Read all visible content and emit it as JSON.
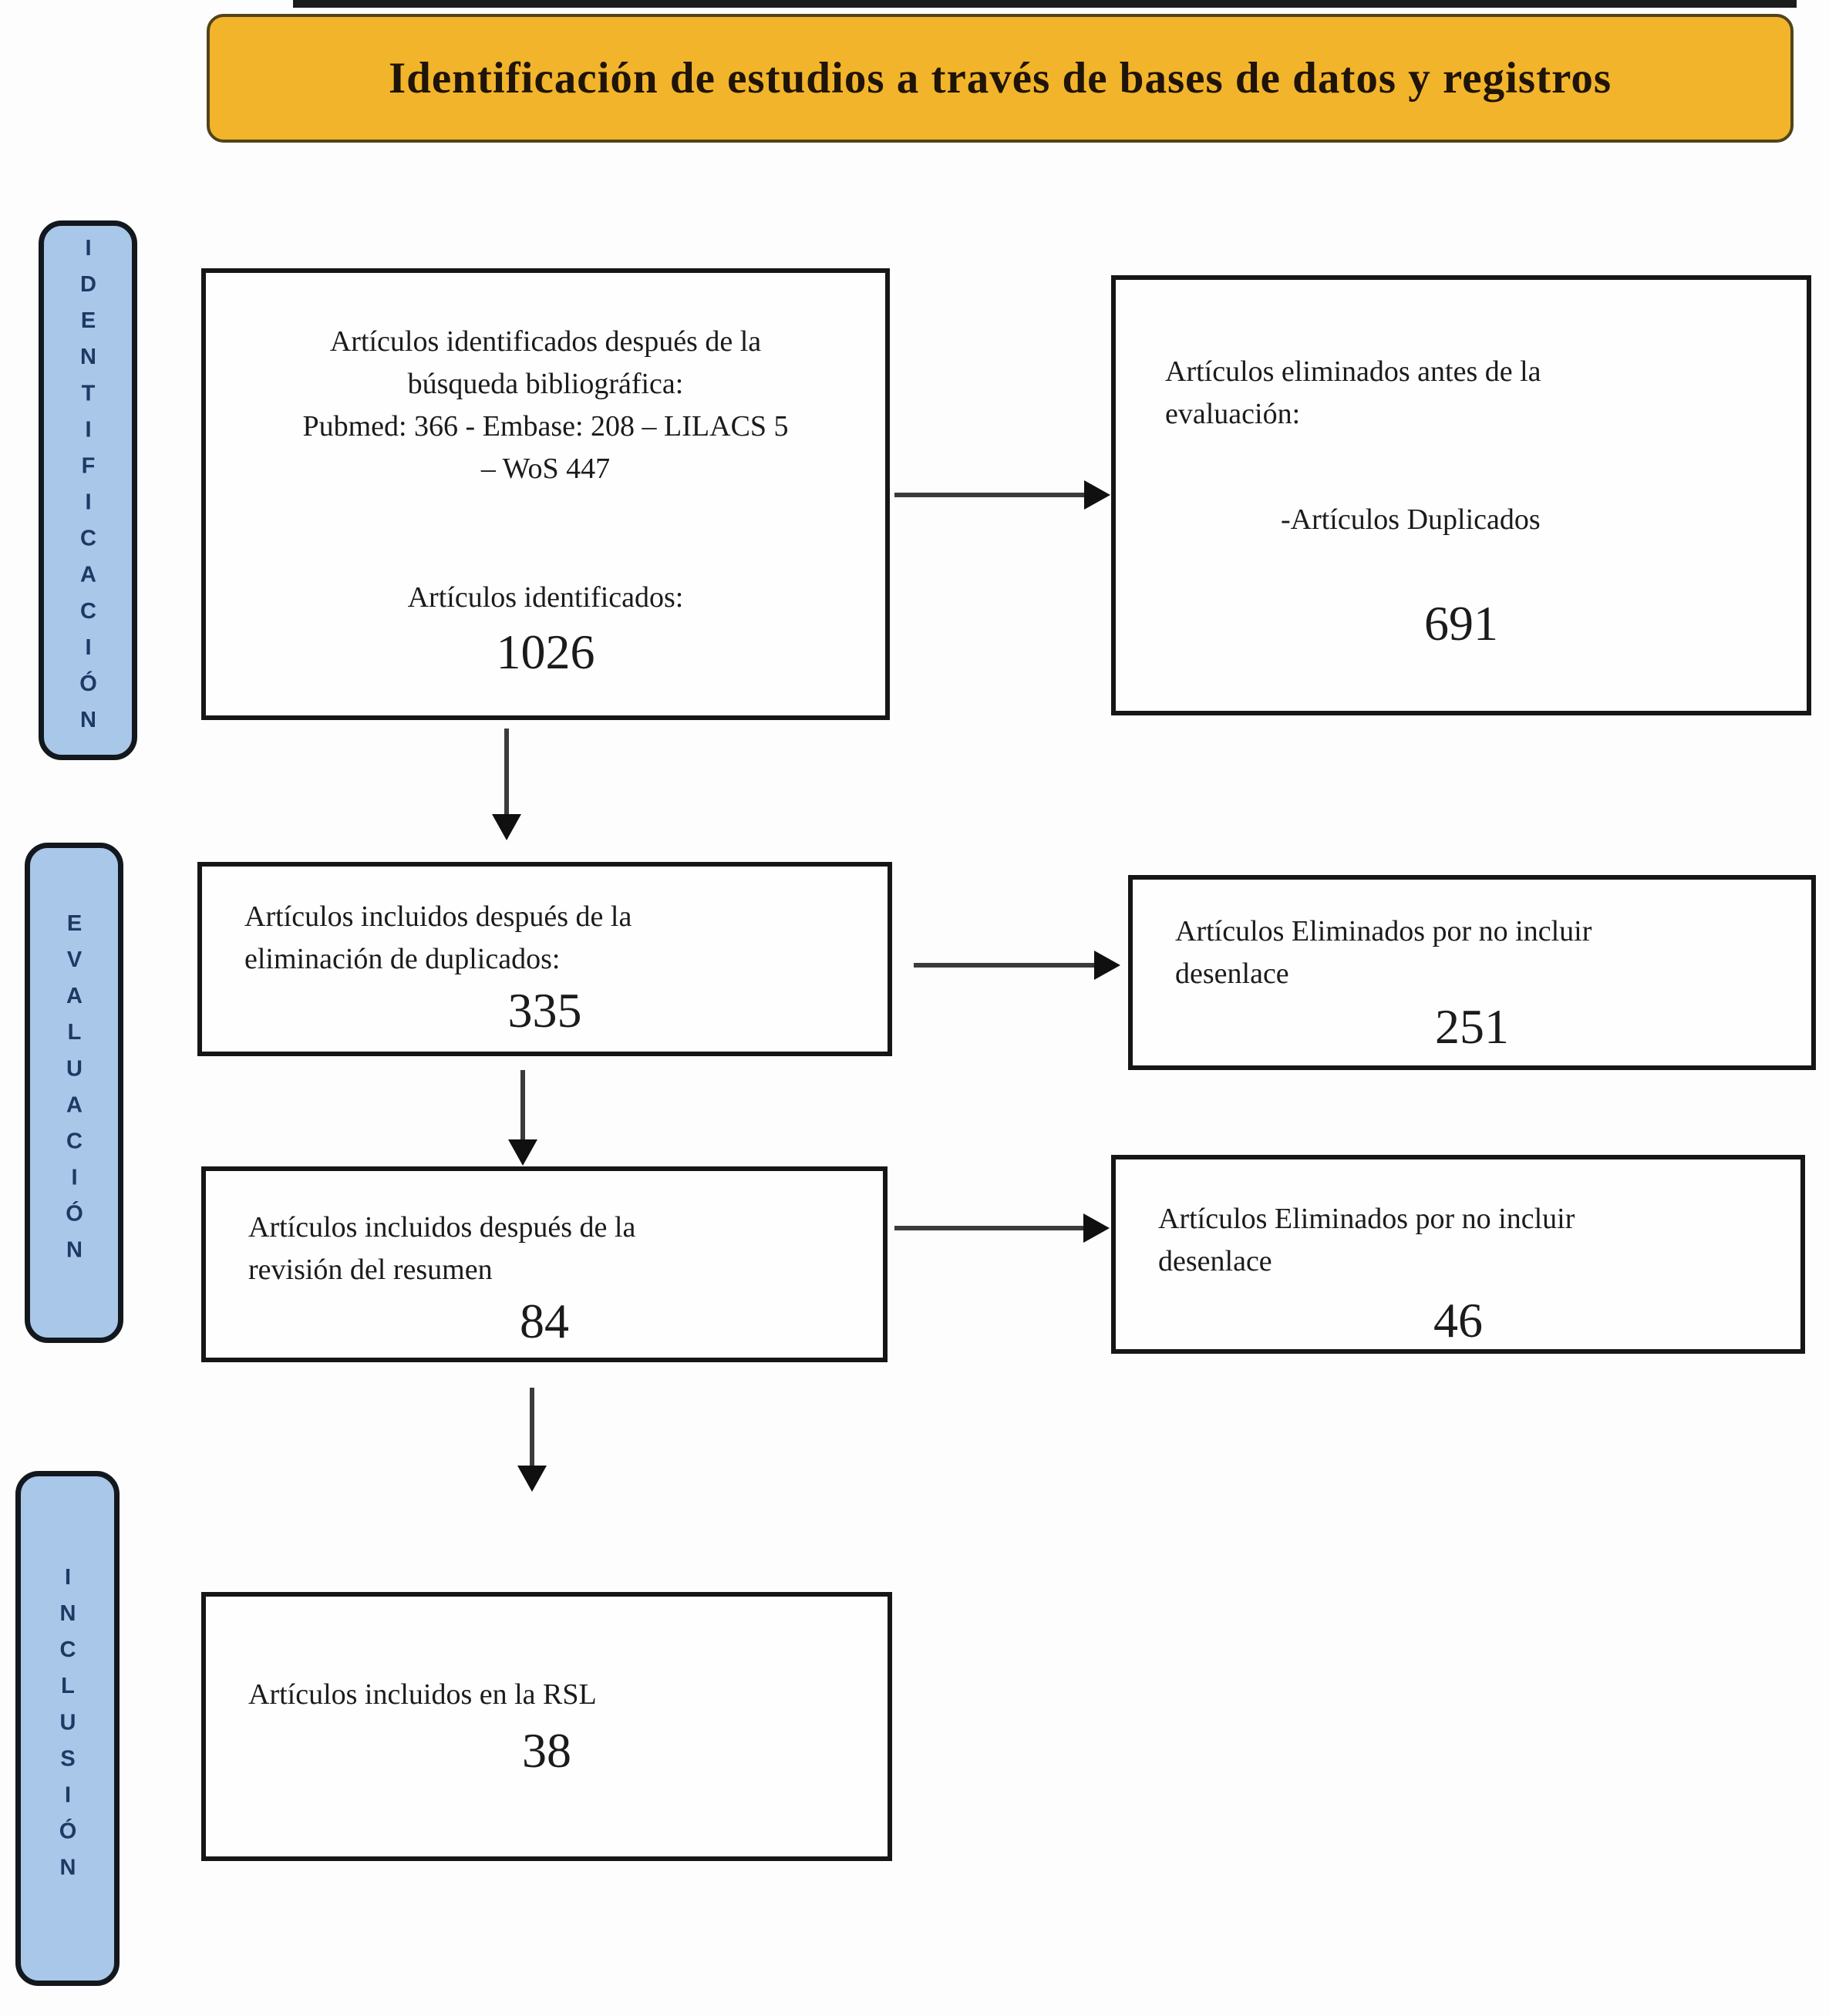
{
  "title": "Identificación de estudios a través de bases de datos y registros",
  "stages": [
    {
      "label": "IDENTIFICACIÓN"
    },
    {
      "label": "EVALUACIÓN"
    },
    {
      "label": "INCLUSIÓN"
    }
  ],
  "boxes": {
    "identified": {
      "line1": "Artículos identificados después de la\nbúsqueda bibliográfica:",
      "line2": "Pubmed: 366 - Embase: 208 – LILACS 5\n– WoS 447",
      "label2": "Artículos identificados:",
      "count": "1026"
    },
    "removed_before": {
      "text": "Artículos eliminados antes de la\nevaluación:",
      "subitem": "-Artículos Duplicados",
      "count": "691"
    },
    "after_duplicates": {
      "text": "Artículos incluidos después de la\neliminación de duplicados:",
      "count": "335"
    },
    "excluded_no_outcome_1": {
      "text": "Artículos Eliminados por no incluir\ndesenlace",
      "count": "251"
    },
    "after_abstract": {
      "text": "Artículos incluidos después de la\nrevisión del resumen",
      "count": "84"
    },
    "excluded_no_outcome_2": {
      "text": "Artículos Eliminados por no incluir\ndesenlace",
      "count": "46"
    },
    "included_rsl": {
      "text": "Artículos incluidos en la RSL",
      "count": "38"
    }
  },
  "colors": {
    "banner_fill": "#F2B42B",
    "stage_fill": "#A9C7E8",
    "stage_text": "#1F3864",
    "line": "#161616"
  }
}
